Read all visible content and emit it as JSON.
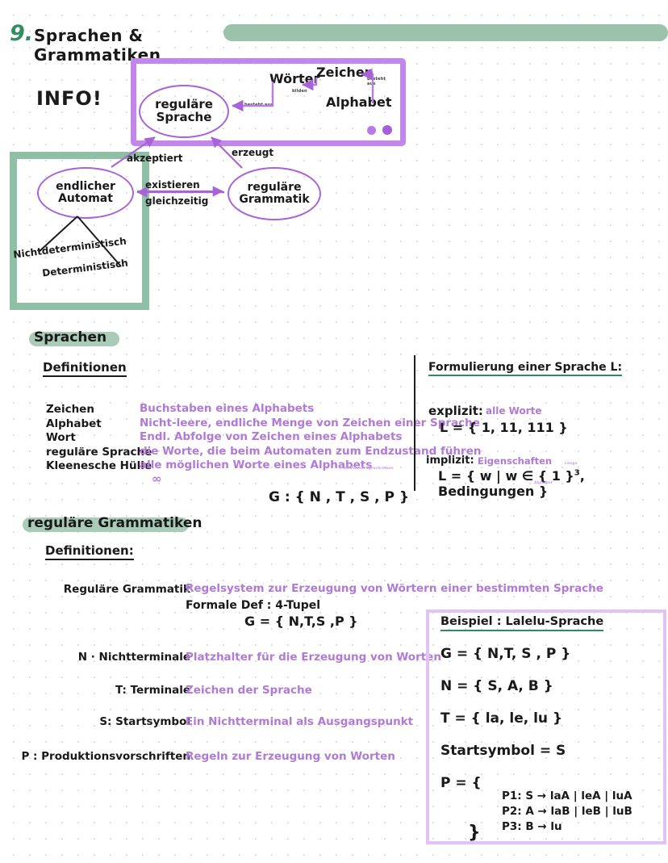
{
  "page": {
    "title_number": "9.",
    "title": "Sprachen & Grammatiken",
    "info_label": "INFO!"
  },
  "colors": {
    "purple_ink": "#b07ad6",
    "purple_frame": "#c387ec",
    "green_highlight": "#9bc3ab",
    "green_ink": "#2e8b62",
    "green_box": "#8fbfa4",
    "black_ink": "#191919",
    "example_border": "#e3c3f5",
    "grid_dot": "#dcdce4"
  },
  "diagram": {
    "nodes": {
      "regulaere_sprache": "reguläre\nSprache",
      "endlicher_automat": "endlicher\nAutomat",
      "regulaere_grammatik": "reguläre\nGrammatik"
    },
    "terms": {
      "woerter": "Wörter",
      "zeichen": "Zeichen",
      "alphabet": "Alphabet"
    },
    "edge_labels": {
      "akzeptiert": "akzeptiert",
      "erzeugt": "erzeugt",
      "existieren": "existieren",
      "gleichzeitig": "gleichzeitig",
      "besteht_aus_1": "besteht aus",
      "bilden": "bilden",
      "besteht_aus_2": "besteht\naus"
    },
    "automat_types": {
      "nichtdeterministisch": "Nichtdeterministisch",
      "deterministisch": "Deterministisch"
    }
  },
  "sprachen": {
    "heading": "Sprachen",
    "subheading": "Definitionen",
    "terms": [
      "Zeichen",
      "Alphabet",
      "Wort",
      "reguläre Sprache",
      "Kleenesche Hülle"
    ],
    "descriptions": [
      "Buchstaben eines Alphabets",
      "Nicht-leere, endliche Menge von Zeichen einer Sprache",
      "Endl. Abfolge von Zeichen eines Alphabets",
      "die Worte, die beim Automaten zum Endzustand führen",
      "alle möglichen Worte eines Alphabets"
    ],
    "infinity_symbol": "∞",
    "kleene_note": "∞ wird dahin\nsgeschrieben",
    "grammar_tuple": "G : { N , T , S , P }"
  },
  "formulierung": {
    "heading": "Formulierung einer Sprache L:",
    "explizit_label": "explizit:",
    "explizit_note": "alle Worte",
    "explizit_formula": "L = { 1, 11, 111 }",
    "implizit_label": "implizit:",
    "implizit_note": "Eigenschaften",
    "implizit_formula_prefix": "L = { w | w ∈ { 1 }",
    "implizit_exponent": "3",
    "implizit_formula_suffix": ", Bedingungen }",
    "tiny_note_1": "Alphabet",
    "tiny_note_2": "Länge"
  },
  "grammatiken": {
    "heading": "reguläre Grammatiken",
    "subheading": "Definitionen:",
    "rows": [
      {
        "term": "Reguläre  Grammatik",
        "desc": "Regelsystem zur Erzeugung von Wörtern einer bestimmten Sprache"
      },
      {
        "term": "N · Nichtterminale",
        "desc": "Platzhalter für die Erzeugung von Worten"
      },
      {
        "term": "T: Terminale",
        "desc": "Zeichen der Sprache"
      },
      {
        "term": "S: Startsymbol",
        "desc": "Ein Nichtterminal als Ausgangspunkt"
      },
      {
        "term": "P : Produktionsvorschriften",
        "desc": "Regeln zur Erzeugung von Worten"
      }
    ],
    "formale_def": "Formale Def :  4-Tupel",
    "formale_tuple": "G = { N,T,S ,P }"
  },
  "beispiel": {
    "heading": "Beispiel : Lalelu-Sprache",
    "lines": [
      "G = { N,T, S , P }",
      "N = { S, A, B }",
      "T = { la, le, lu }",
      "Startsymbol = S",
      "P = {"
    ],
    "rules": [
      "P1: S →  laA  | leA  | luA",
      "P2: A →  laB  | leB  | luB",
      "P3: B →  lu"
    ],
    "closing_brace": "}"
  }
}
